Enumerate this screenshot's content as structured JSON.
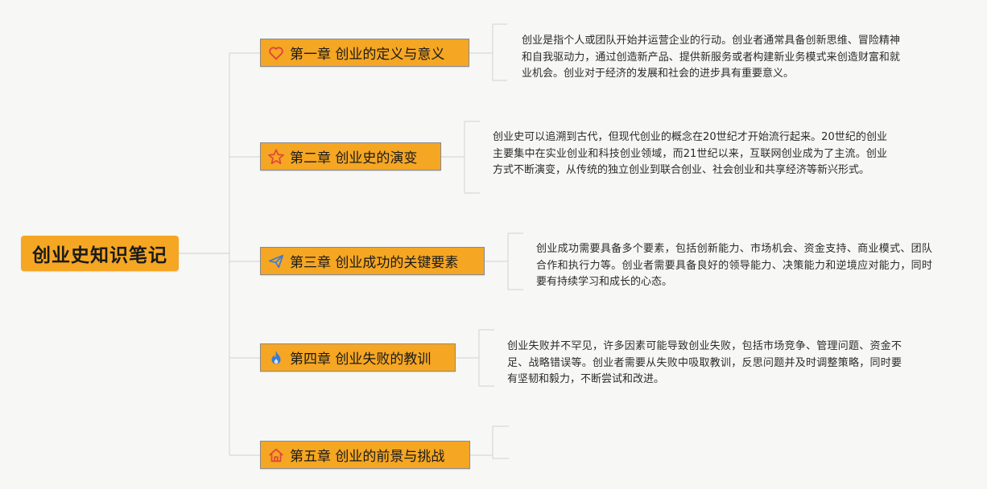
{
  "root": {
    "title": "创业史知识笔记"
  },
  "chapters": [
    {
      "title": "第一章 创业的定义与意义",
      "icon": "heart-icon",
      "note": "创业是指个人或团队开始并运营企业的行动。创业者通常具备创新思维、冒险精神和自我驱动力，通过创造新产品、提供新服务或者构建新业务模式来创造财富和就业机会。创业对于经济的发展和社会的进步具有重要意义。"
    },
    {
      "title": "第二章 创业史的演变",
      "icon": "star-icon",
      "note": "创业史可以追溯到古代，但现代创业的概念在20世纪才开始流行起来。20世纪的创业主要集中在实业创业和科技创业领域，而21世纪以来，互联网创业成为了主流。创业方式不断演变，从传统的独立创业到联合创业、社会创业和共享经济等新兴形式。"
    },
    {
      "title": "第三章 创业成功的关键要素",
      "icon": "paper-plane-icon",
      "note": "创业成功需要具备多个要素，包括创新能力、市场机会、资金支持、商业模式、团队合作和执行力等。创业者需要具备良好的领导能力、决策能力和逆境应对能力，同时要有持续学习和成长的心态。"
    },
    {
      "title": "第四章 创业失败的教训",
      "icon": "flame-icon",
      "note": "创业失败并不罕见，许多因素可能导致创业失败，包括市场竞争、管理问题、资金不足、战略错误等。创业者需要从失败中吸取教训，反思问题并及时调整策略，同时要有坚韧和毅力，不断尝试和改进。"
    },
    {
      "title": "第五章 创业的前景与挑战",
      "icon": "home-icon",
      "note": ""
    }
  ],
  "colors": {
    "node": "#f5a623",
    "line": "#d9d9d9",
    "heart": "#e0453a",
    "star": "#e0453a",
    "plane": "#3a7bd5",
    "flame": "#3a7bd5",
    "home": "#e0453a"
  }
}
